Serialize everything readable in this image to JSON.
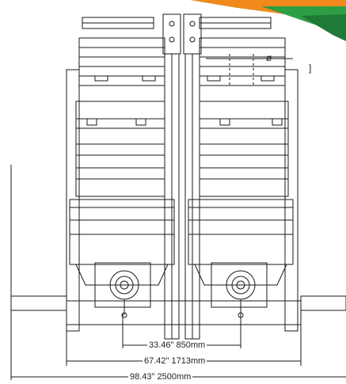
{
  "dimensions": {
    "inner": {
      "inch": "33.46\"",
      "mm": "850mm"
    },
    "middle": {
      "inch": "67.42\"",
      "mm": "1713mm"
    },
    "outer": {
      "inch": "98.43\"",
      "mm": "2500mm"
    }
  },
  "callouts": {
    "diameter_symbol": "ø",
    "bracket": "]"
  },
  "colors": {
    "line": "#1a1a1a",
    "accent_orange": "#f08a1d",
    "accent_green": "#2e9e45"
  }
}
